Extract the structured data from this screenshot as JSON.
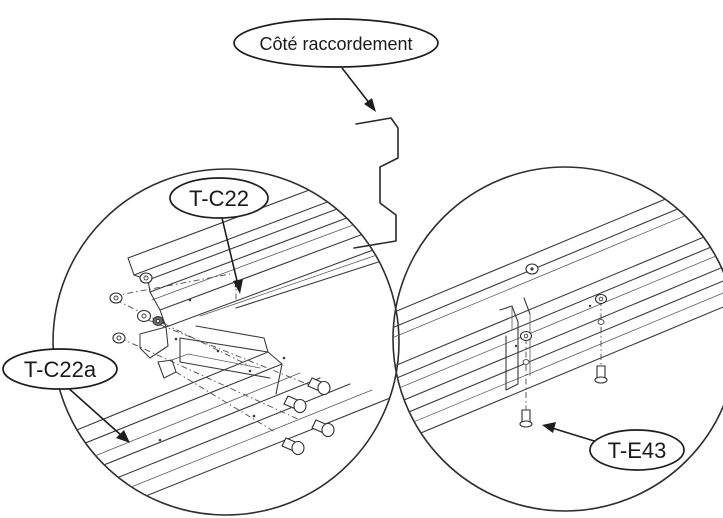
{
  "callouts": {
    "connection_side": "Côté raccordement",
    "part_upper_rail": "T-C22",
    "part_lower_rail": "T-C22a",
    "part_screw": "T-E43"
  }
}
